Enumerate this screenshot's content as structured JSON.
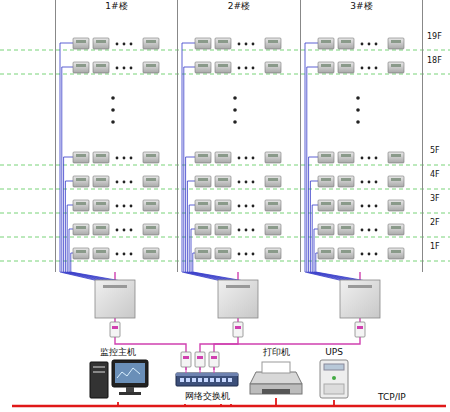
{
  "diagram": {
    "nodes": [
      {
        "text": [
          "1#楼"
        ]
      },
      {
        "text": [
          "2#楼"
        ]
      },
      {
        "text": [
          "3#楼"
        ]
      },
      {
        "text": [
          "监控主机"
        ]
      },
      {
        "text": [
          "网络交换机"
        ]
      },
      {
        "text": [
          "打印机"
        ]
      },
      {
        "text": [
          "UPS"
        ]
      }
    ],
    "edges": [
      {
        "from": 0,
        "to": 4,
        "arrow": "none"
      },
      {
        "from": 1,
        "to": 4,
        "arrow": "none"
      },
      {
        "from": 2,
        "to": 4,
        "arrow": "none"
      },
      {
        "from": 3,
        "to": 4,
        "arrow": "none"
      },
      {
        "from": 5,
        "to": 4,
        "arrow": "none"
      },
      {
        "from": 6,
        "to": 4,
        "arrow": "none"
      }
    ],
    "labels": [
      "19F",
      "18F",
      "5F",
      "4F",
      "3F",
      "2F",
      "1F",
      "TCP/IP"
    ]
  }
}
